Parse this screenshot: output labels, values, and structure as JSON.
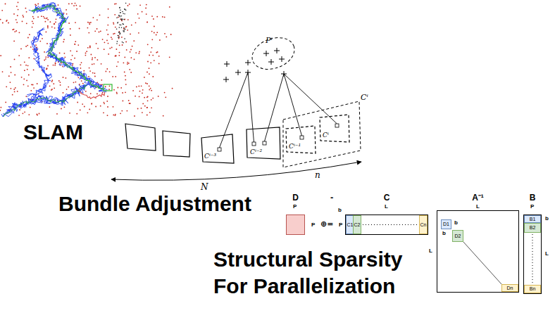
{
  "diagram": {
    "nodes": [
      {
        "text": [
          "Pⁱ"
        ]
      },
      {
        "text": [
          "Cⁱ⁻³"
        ]
      },
      {
        "text": [
          "Cⁱ⁻²"
        ]
      },
      {
        "text": [
          "Cⁱ"
        ]
      },
      {
        "text": [
          "Cⁱ⁻¹"
        ],
        "in": 3
      },
      {
        "text": [
          "Cⁱ"
        ],
        "in": 3
      },
      {
        "text": [
          "D"
        ]
      },
      {
        "text": [
          "C"
        ]
      },
      {
        "text": [
          "C1"
        ],
        "in": 7
      },
      {
        "text": [
          "C2"
        ],
        "in": 7
      },
      {
        "text": [
          "Cn"
        ],
        "in": 7
      },
      {
        "text": [
          "A⁻¹"
        ]
      },
      {
        "text": [
          "D1"
        ],
        "in": 11
      },
      {
        "text": [
          "D2"
        ],
        "in": 11
      },
      {
        "text": [
          "Dn"
        ],
        "in": 11
      },
      {
        "text": [
          "B"
        ]
      },
      {
        "text": [
          "B1"
        ],
        "in": 15
      },
      {
        "text": [
          "B2"
        ],
        "in": 15
      },
      {
        "text": [
          "Bn"
        ],
        "in": 15
      }
    ],
    "labels": [
      "SLAM",
      "N",
      "n",
      "Bundle Adjustment",
      "P",
      "-",
      "L",
      "L",
      "P",
      "P",
      "⊕=",
      "P",
      "b",
      "b",
      "b",
      "b",
      "Structural Sparsity For Parallelization",
      "L",
      "L"
    ]
  }
}
